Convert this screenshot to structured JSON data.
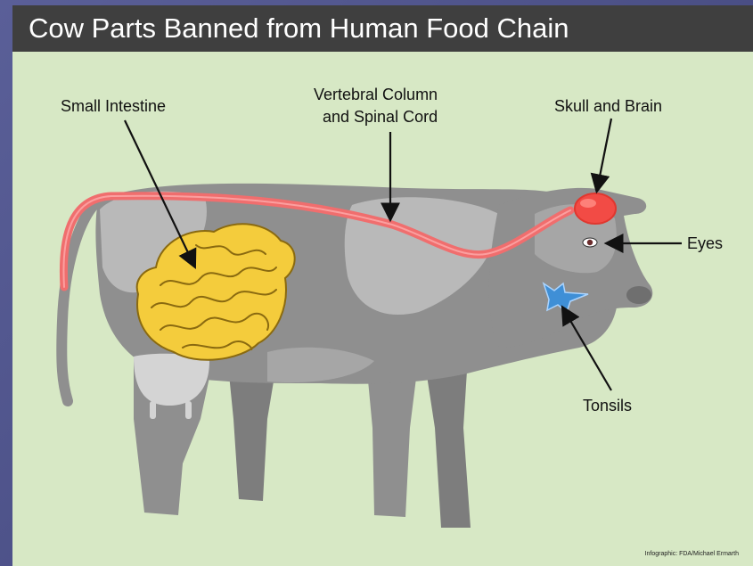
{
  "title": "Cow Parts Banned from Human Food Chain",
  "labels": {
    "small_intestine": "Small Intestine",
    "vertebral_line1": "Vertebral Column",
    "vertebral_line2": "and Spinal Cord",
    "skull_brain": "Skull and Brain",
    "eyes": "Eyes",
    "tonsils": "Tonsils"
  },
  "credit": "Infographic: FDA/Michael Ermarth",
  "colors": {
    "background_panel": "#d7e8c5",
    "title_bar": "#3f3f3f",
    "cow_body": "#8f8f8f",
    "cow_patches": "#b9b9b9",
    "spinal_cord": "#f06e6e",
    "brain": "#f24b45",
    "intestine": "#f4cc3c",
    "tonsils": "#3f8fd6"
  }
}
